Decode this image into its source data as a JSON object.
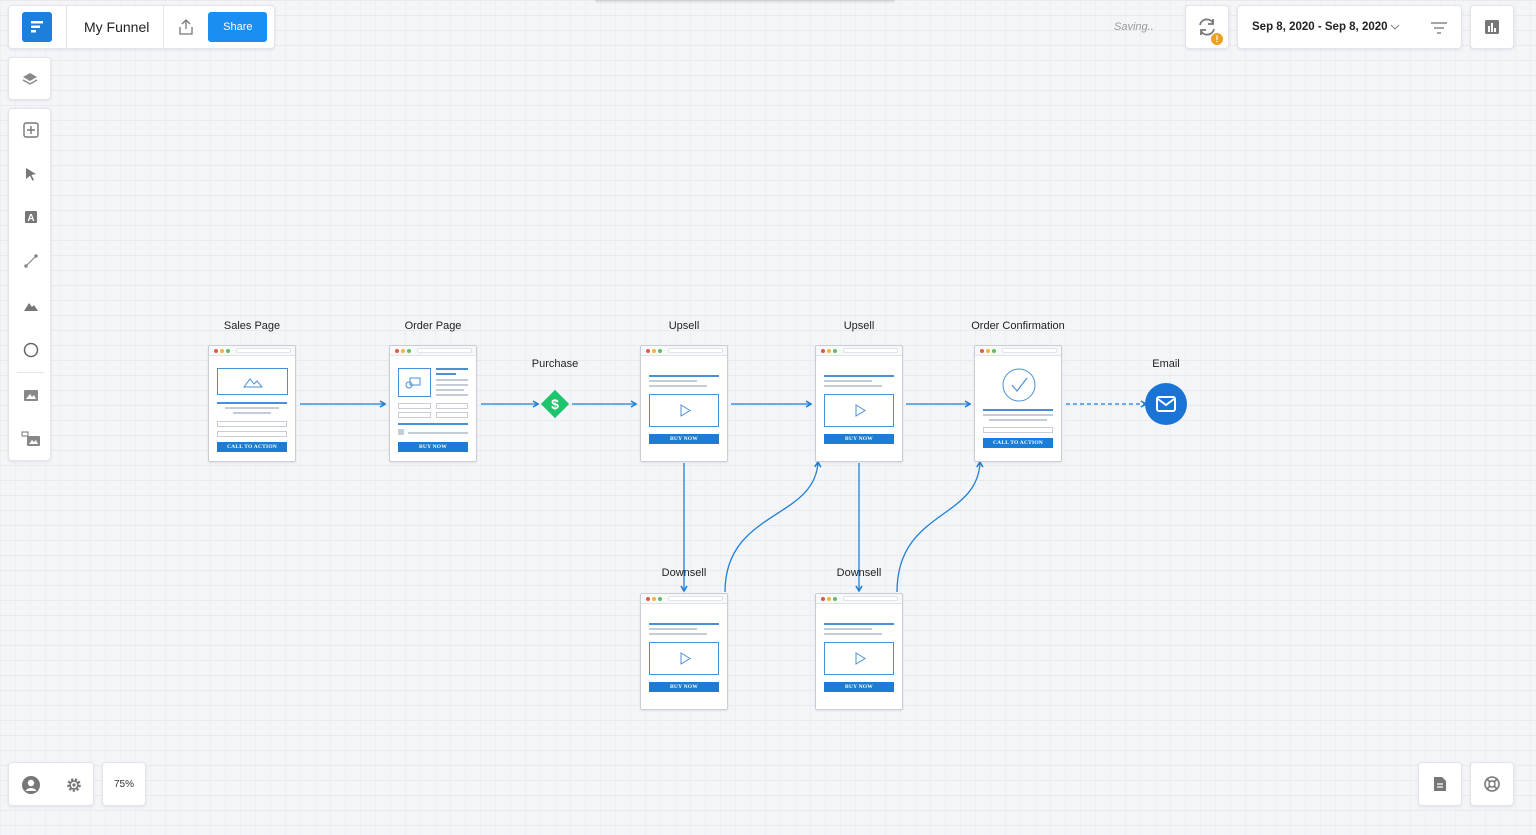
{
  "header": {
    "funnel_name": "My Funnel",
    "share_label": "Share",
    "saving_text": "Saving..",
    "date_range": "Sep 8, 2020 - Sep 8, 2020",
    "sync_warning": "!"
  },
  "footer": {
    "zoom": "75%"
  },
  "funnel": {
    "steps": [
      {
        "id": "sales",
        "label": "Sales Page",
        "cta": "CALL TO ACTION"
      },
      {
        "id": "order",
        "label": "Order Page",
        "cta": "BUY NOW"
      },
      {
        "id": "purchase",
        "label": "Purchase"
      },
      {
        "id": "upsell1",
        "label": "Upsell",
        "cta": "BUY NOW"
      },
      {
        "id": "upsell2",
        "label": "Upsell",
        "cta": "BUY NOW"
      },
      {
        "id": "confirm",
        "label": "Order Confirmation",
        "cta": "CALL TO ACTION"
      },
      {
        "id": "email",
        "label": "Email"
      },
      {
        "id": "downsell1",
        "label": "Downsell",
        "cta": "BUY NOW"
      },
      {
        "id": "downsell2",
        "label": "Downsell",
        "cta": "BUY NOW"
      }
    ]
  },
  "colors": {
    "accent": "#1b8ef2",
    "connector": "#1d7fd8",
    "purchase": "#1ec46b",
    "email": "#1a74d6"
  },
  "icons": {
    "logo": "funnelytics-logo-icon",
    "export": "share-export-icon",
    "layers": "layers-icon",
    "add": "add-square-icon",
    "select": "cursor-arrow-icon",
    "text": "text-icon",
    "line": "line-icon",
    "image": "image-icon",
    "shape": "circle-icon",
    "media": "media-icon",
    "screenshot": "screenshot-icon",
    "sync": "sync-icon",
    "filter": "filter-icon",
    "stats": "bar-chart-icon",
    "user": "user-icon",
    "settings": "gear-icon",
    "notes": "document-icon",
    "help": "lifebuoy-icon"
  }
}
